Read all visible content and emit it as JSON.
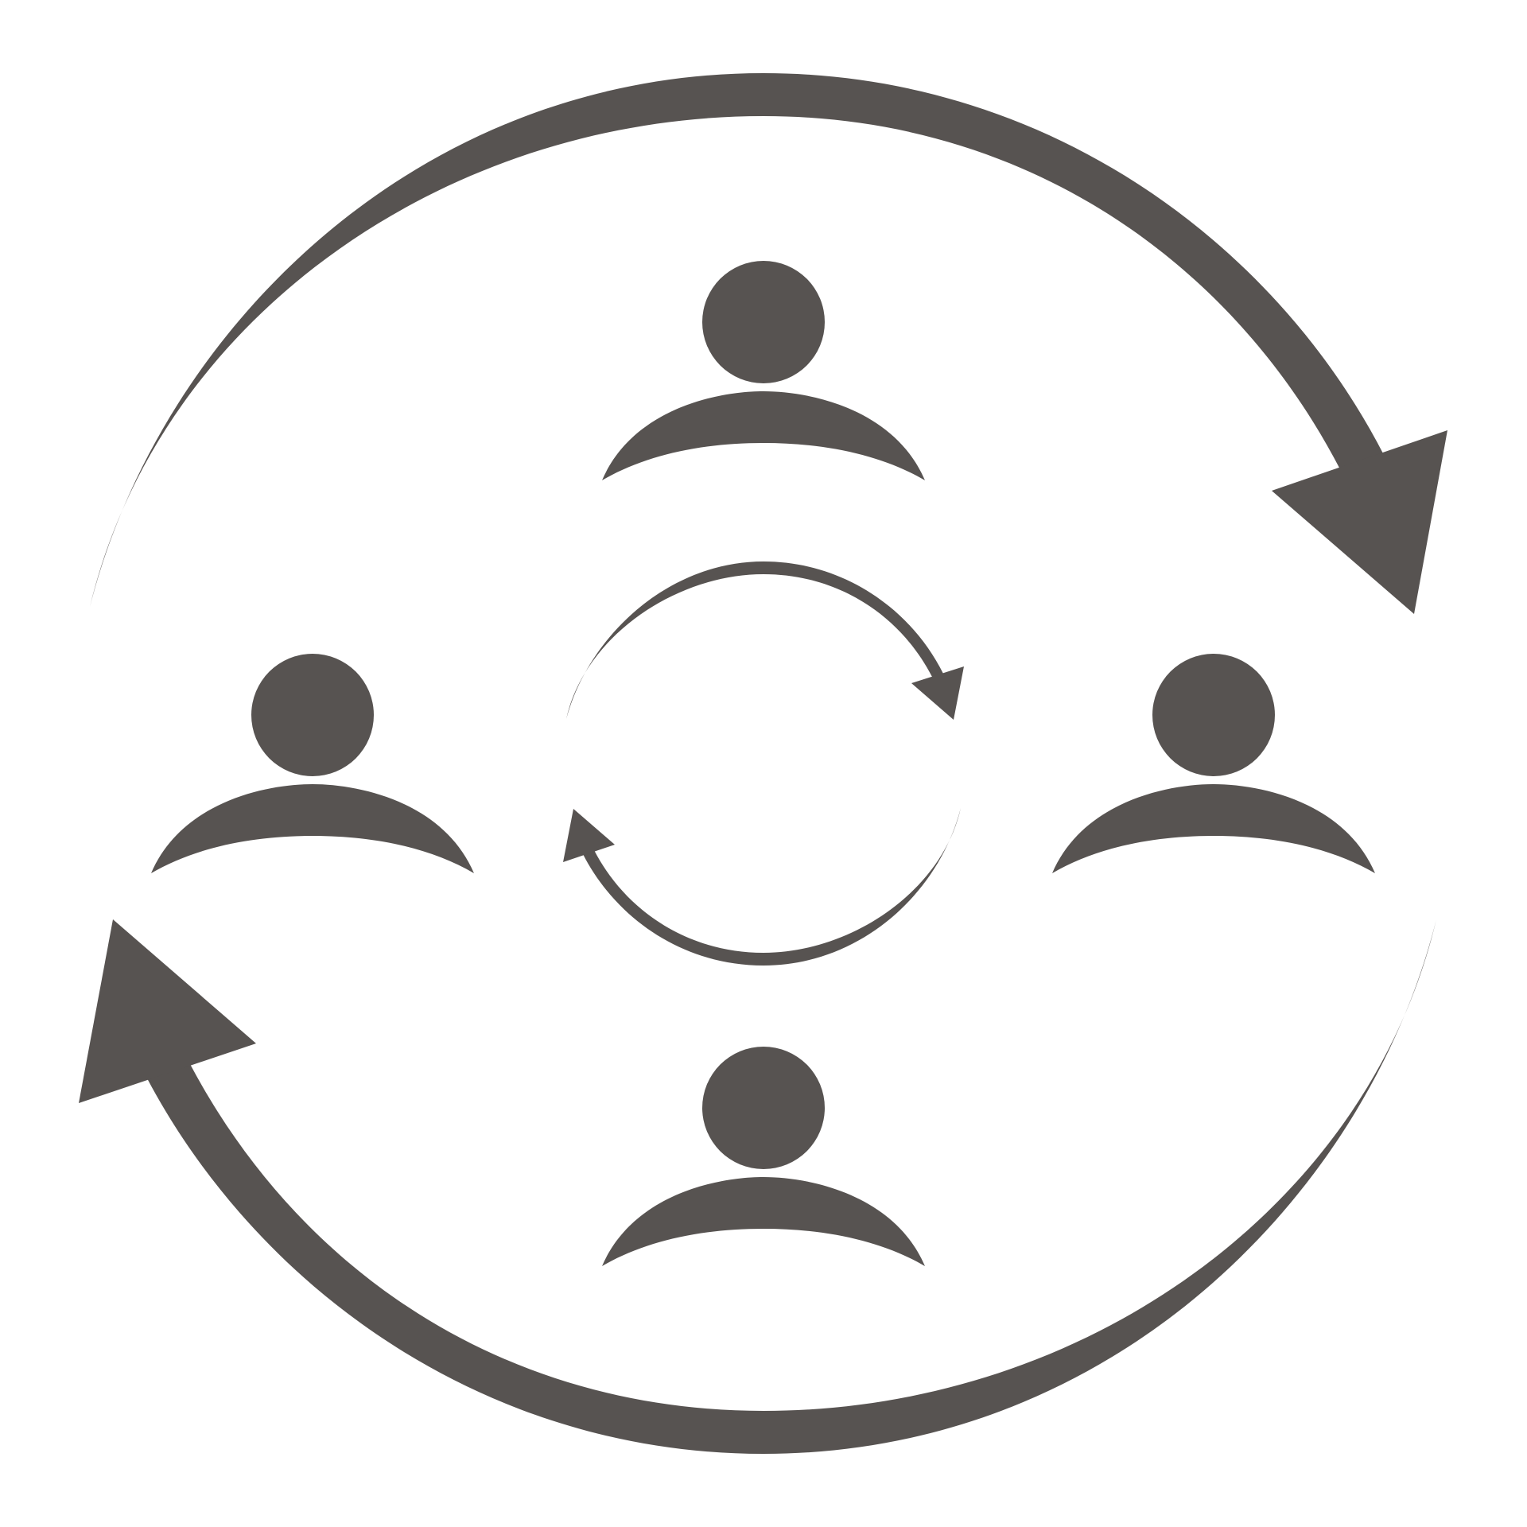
{
  "diagram": {
    "type": "icon",
    "colors": {
      "background": "#ffffff",
      "ink": "#575351"
    },
    "people": [
      {
        "position": "top",
        "icon": "person-icon"
      },
      {
        "position": "left",
        "icon": "person-icon"
      },
      {
        "position": "right",
        "icon": "person-icon"
      },
      {
        "position": "bottom",
        "icon": "person-icon"
      }
    ],
    "outer_cycle": {
      "direction": "clockwise",
      "arrows": [
        "top-arc-arrow",
        "bottom-arc-arrow"
      ]
    },
    "inner_cycle": {
      "direction": "clockwise",
      "arrows": [
        "top-arc-arrow",
        "bottom-arc-arrow"
      ]
    }
  }
}
